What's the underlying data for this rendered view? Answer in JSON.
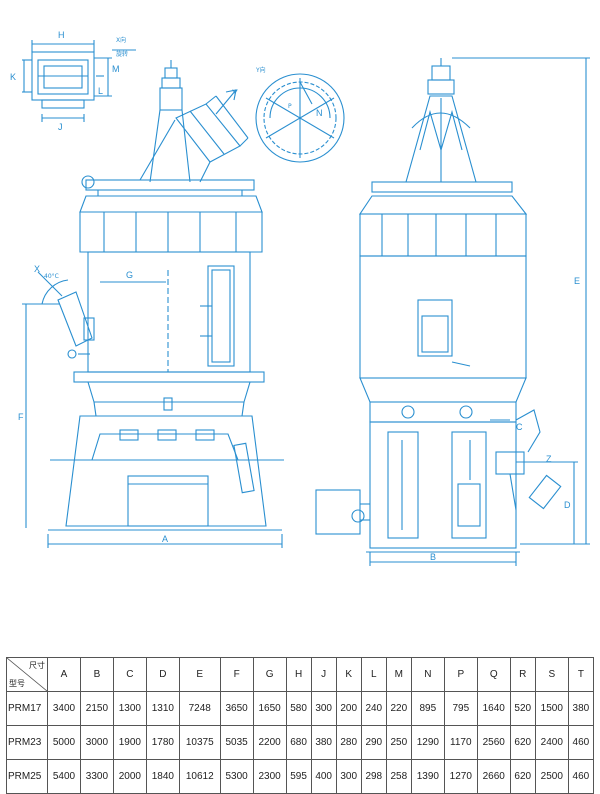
{
  "labels": {
    "dim_h": "H",
    "dim_k": "K",
    "dim_m": "M",
    "dim_l": "L",
    "dim_j": "J",
    "x_dir": "X向",
    "rotate": "旋转",
    "y_dir": "Y向",
    "y_axis": "Y",
    "x_axis": "X",
    "angle": "40°C",
    "dim_g": "G",
    "dim_f": "F",
    "dim_a": "A",
    "dim_e": "E",
    "dim_c": "C",
    "dim_z": "Z",
    "dim_d": "D",
    "dim_b": "B",
    "dim_p": "P",
    "dim_n": "N"
  },
  "table": {
    "corner_top": "尺寸",
    "corner_bottom": "型号",
    "columns": [
      "A",
      "B",
      "C",
      "D",
      "E",
      "F",
      "G",
      "H",
      "J",
      "K",
      "L",
      "M",
      "N",
      "P",
      "Q",
      "R",
      "S",
      "T"
    ],
    "rows": [
      {
        "model": "PRM17",
        "values": [
          "3400",
          "2150",
          "1300",
          "1310",
          "7248",
          "3650",
          "1650",
          "580",
          "300",
          "200",
          "240",
          "220",
          "895",
          "795",
          "1640",
          "520",
          "1500",
          "380"
        ]
      },
      {
        "model": "PRM23",
        "values": [
          "5000",
          "3000",
          "1900",
          "1780",
          "10375",
          "5035",
          "2200",
          "680",
          "380",
          "280",
          "290",
          "250",
          "1290",
          "1170",
          "2560",
          "620",
          "2400",
          "460"
        ]
      },
      {
        "model": "PRM25",
        "values": [
          "5400",
          "3300",
          "2000",
          "1840",
          "10612",
          "5300",
          "2300",
          "595",
          "400",
          "300",
          "298",
          "258",
          "1390",
          "1270",
          "2660",
          "620",
          "2500",
          "460"
        ]
      }
    ]
  },
  "colors": {
    "line": "#2a8fd0",
    "table_border": "#555555"
  }
}
